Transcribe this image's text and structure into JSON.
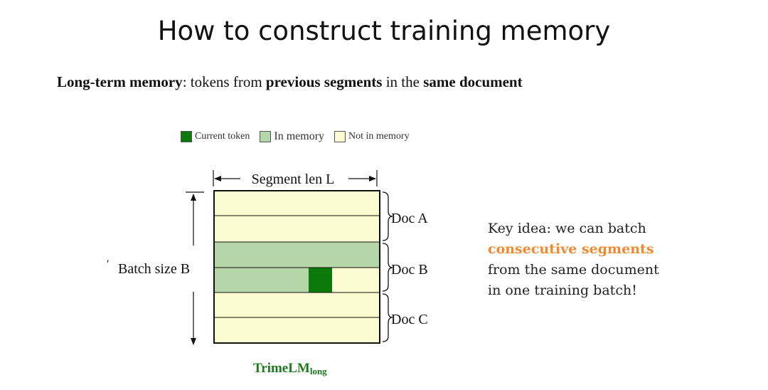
{
  "title": "How to construct training memory",
  "subtitle": {
    "b1": "Long-term memory",
    "t1": ": tokens from ",
    "b2": "previous segments",
    "t2": " in the ",
    "b3": "same document"
  },
  "legend": {
    "current": "Current token",
    "in_memory": "In memory",
    "not_in_memory": "Not in memory"
  },
  "colors": {
    "current": "#0b7a0b",
    "in_memory": "#b5d6a8",
    "not_in_memory": "#fdfbd1",
    "accent": "#f08a30",
    "caption": "#1e7a1e"
  },
  "diagram": {
    "segment_label": "Segment len L",
    "batch_label": "Batch size B",
    "docs": [
      "Doc A",
      "Doc B",
      "Doc C"
    ],
    "mark": "′"
  },
  "key_idea": {
    "line1": "Key idea: we can batch",
    "line2": "consecutive segments",
    "line3": "from the same document",
    "line4": "in one training batch!"
  },
  "caption": {
    "main": "TrimeLM",
    "sub": "long"
  }
}
